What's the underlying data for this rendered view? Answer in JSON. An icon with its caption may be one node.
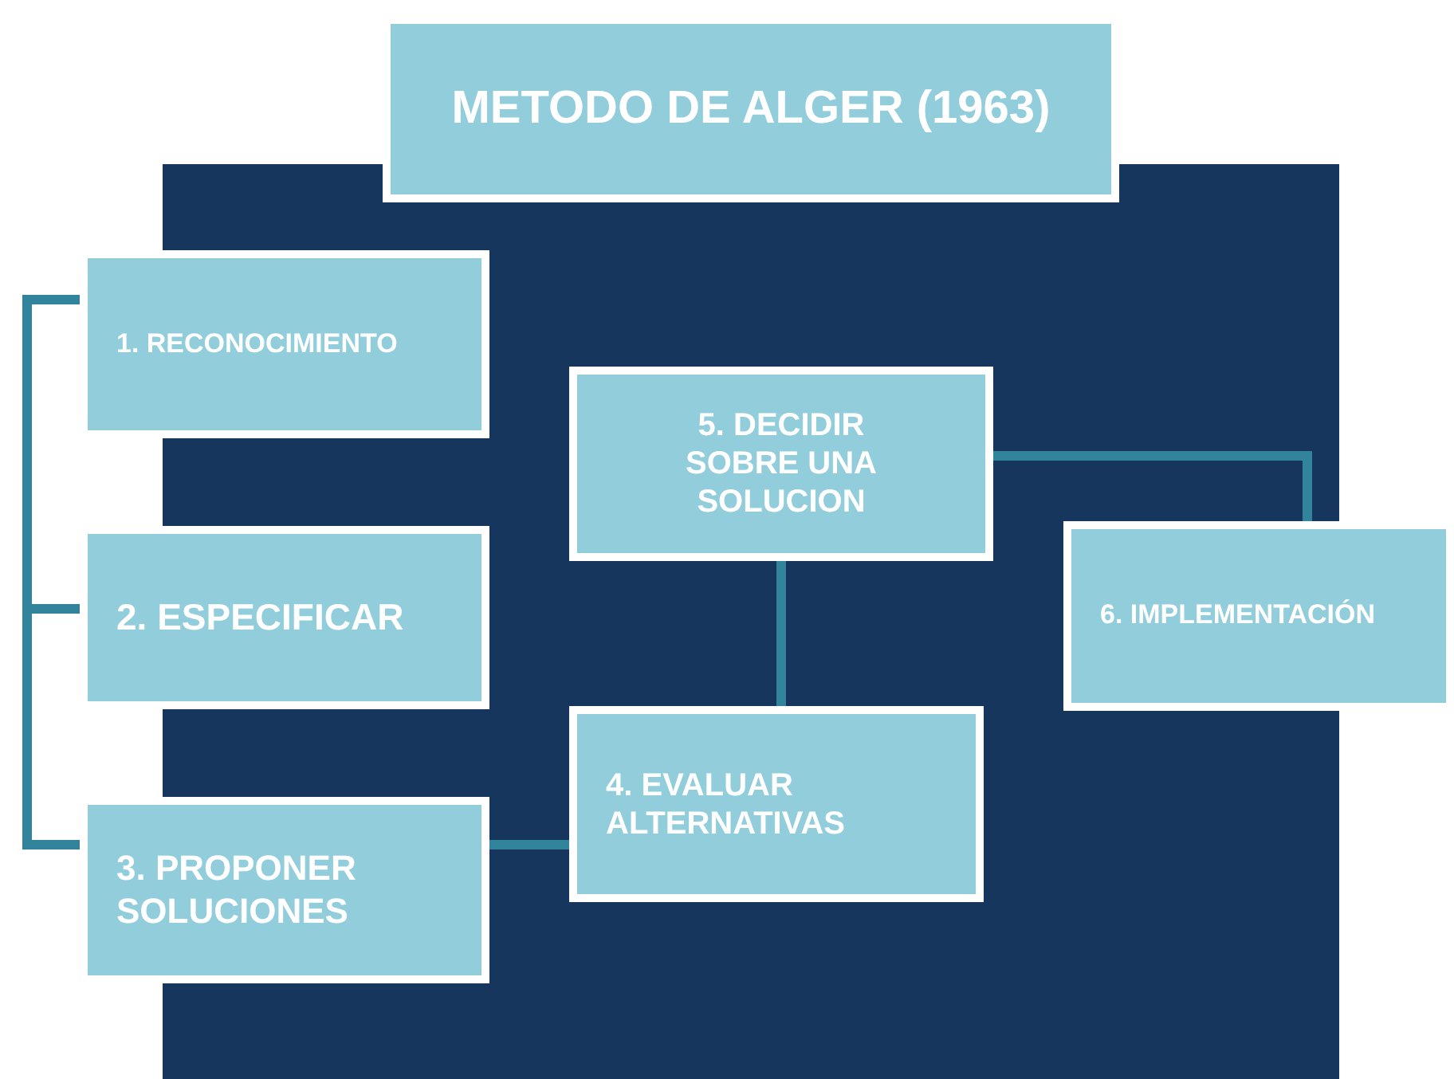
{
  "diagram": {
    "title": "METODO DE ALGER (1963)",
    "nodes": [
      {
        "text": [
          "1. RECONOCIMIENTO"
        ]
      },
      {
        "text": [
          "2. ESPECIFICAR"
        ]
      },
      {
        "text": [
          "3. PROPONER SOLUCIONES"
        ]
      },
      {
        "text": [
          "4. EVALUAR ALTERNATIVAS"
        ]
      },
      {
        "text": [
          "5. DECIDIR SOBRE UNA SOLUCION"
        ]
      },
      {
        "text": [
          "6. IMPLEMENTACIÓN"
        ]
      }
    ],
    "edges": [
      {
        "from": 0,
        "to": 1,
        "arrow": "none"
      },
      {
        "from": 1,
        "to": 2,
        "arrow": "none"
      },
      {
        "from": 2,
        "to": 3,
        "arrow": "none"
      },
      {
        "from": 4,
        "to": 3,
        "arrow": "none"
      },
      {
        "from": 4,
        "to": 5,
        "arrow": "none"
      }
    ]
  }
}
